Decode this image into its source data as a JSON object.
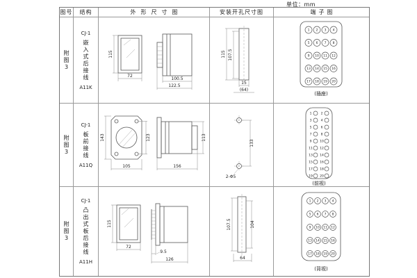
{
  "unit_label": "单位：mm",
  "headers": {
    "fig_no": "图号",
    "structure": "结构",
    "outline": "外形尺寸图",
    "install": "安装开孔尺寸图",
    "terminal": "端子图"
  },
  "rows": [
    {
      "fig_no": "附图3",
      "model": "CJ-1",
      "desc": "嵌入式后接线",
      "code": "A11K",
      "outline": {
        "front_h": "115",
        "front_w": "72",
        "side_w1": "100.5",
        "side_w2": "122.5"
      },
      "install": {
        "h1": "107.5",
        "h2": "115",
        "w1": "15",
        "w2": "(64)"
      },
      "terminal": {
        "note": "(插座)",
        "numbers": [
          "1",
          "2",
          "3",
          "4",
          "5",
          "6",
          "7",
          "8",
          "9",
          "10",
          "11",
          "12",
          "13",
          "14",
          "15",
          "16",
          "17",
          "18",
          "19",
          "20"
        ]
      }
    },
    {
      "fig_no": "附图3",
      "model": "CJ-1",
      "desc": "板前接线",
      "code": "A11Q",
      "outline": {
        "front_h": "143",
        "holes_h": "123",
        "front_w": "105",
        "side_w": "156",
        "side_h": "113"
      },
      "install": {
        "holes": "2-Φ5",
        "h": "133"
      },
      "terminal": {
        "note": "(前视)",
        "pairs": [
          [
            "1",
            "2"
          ],
          [
            "3",
            "4"
          ],
          [
            "5",
            "6"
          ],
          [
            "7",
            "8"
          ],
          [
            "9",
            "10"
          ],
          [
            "11",
            "12"
          ],
          [
            "13",
            "14"
          ],
          [
            "15",
            "16"
          ],
          [
            "17",
            "18"
          ],
          [
            "19",
            "20"
          ]
        ]
      }
    },
    {
      "fig_no": "附图3",
      "model": "CJ-1",
      "desc": "凸出式板后接线",
      "code": "A11H",
      "outline": {
        "front_h": "115",
        "front_w": "72",
        "pin_l": "9.5",
        "side_w": "126"
      },
      "install": {
        "h1": "107.5",
        "h2": "104",
        "w1": "64"
      },
      "terminal": {
        "note": "(背视)",
        "numbers": [
          "1",
          "2",
          "3",
          "4",
          "5",
          "6",
          "7",
          "8",
          "9",
          "10",
          "11",
          "12",
          "13",
          "14",
          "15",
          "16",
          "17",
          "18",
          "19",
          "20"
        ]
      }
    }
  ]
}
